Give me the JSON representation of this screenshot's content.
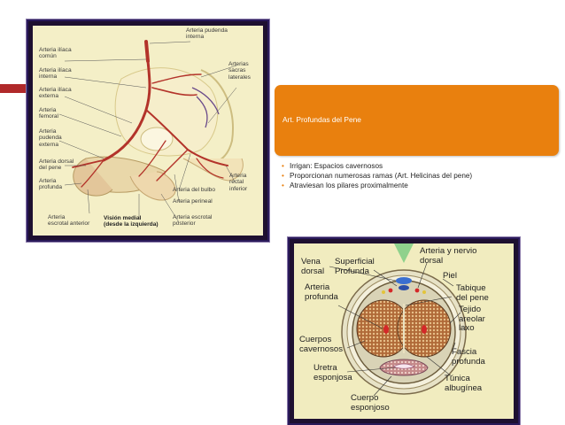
{
  "slide": {
    "title": "Art. Profundas del Pene",
    "bullets": [
      "Irrigan: Espacios cavernosos",
      "Proporcionan numerosas ramas (Art. Helicinas del pene)",
      "Atraviesan los pilares proximalmente"
    ],
    "accent_color": "#e9800e",
    "bar_color": "#b0292a"
  },
  "figure1": {
    "labels": {
      "pudenda_interna": "Arteria pudenda\ninterna",
      "iliaca_comun": "Arteria ilíaca\ncomún",
      "iliaca_interna": "Arteria ilíaca\ninterna",
      "iliaca_externa": "Arteria ilíaca\nexterna",
      "femoral": "Arteria\nfemoral",
      "pudenda_externa": "Arteria\npudenda\nexterna",
      "dorsal_pene": "Arteria dorsal\ndel pene",
      "profunda": "Arteria\nprofunda",
      "escrotal_anterior": "Arteria\nescrotal anterior",
      "sacras_laterales": "Arterias\nsacras\nlaterales",
      "rectal_inferior": "Arteria\nrectal\ninferior",
      "del_bulbo": "Arteria del bulbo",
      "perineal": "Arteria perineal",
      "escrotal_posterior": "Arteria escrotal\nposterior",
      "caption": "Visión medial\n(desde la izquierda)"
    }
  },
  "figure2": {
    "labels": {
      "vena_dorsal": "Vena\ndorsal",
      "superficial_profunda": "Superficial\nProfunda",
      "arteria_nervio_dorsal": "Arteria y nervio\ndorsal",
      "piel": "Piel",
      "arteria_profunda": "Arteria\nprofunda",
      "tabique": "Tabique\ndel pene",
      "tejido_areolar": "Tejido\nareolar\nlaxo",
      "cuerpos_cavernosos": "Cuerpos\ncavernosos",
      "fascia_profunda": "Fascia\nprofunda",
      "uretra_esponjosa": "Uretra\nesponjosa",
      "tunica_albuginea": "Túnica\nalbugínea",
      "cuerpo_esponjoso": "Cuerpo\nesponjoso"
    }
  }
}
